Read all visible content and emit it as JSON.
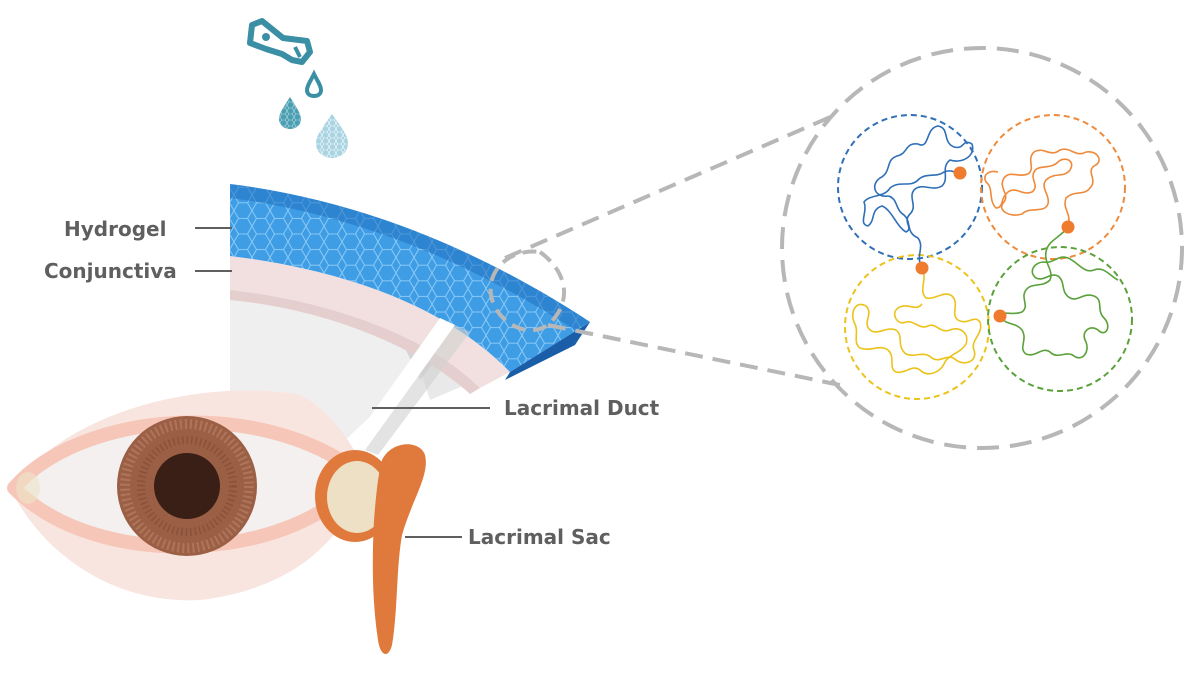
{
  "labels": {
    "hydrogel": "Hydrogel",
    "conjunctiva": "Conjunctiva",
    "lacrimal_duct": "Lacrimal Duct",
    "lacrimal_sac": "Lacrimal Sac"
  },
  "colors": {
    "hydrogel": "#3f9de6",
    "hydrogel_dark": "#1f6fc0",
    "conjunctiva": "#f1e0df",
    "lacrimal_sac": "#e07a3c",
    "iris": "#9a5f45",
    "pupil": "#3a1f16",
    "eye_rim": "#f6c7b8",
    "drops": "#3b8fa5",
    "dashed_guide": "#b7b7b7",
    "chain_blue": "#2f6fb7",
    "chain_orange": "#ee8a3c",
    "chain_yellow": "#ecc21b",
    "chain_green": "#5aa13a",
    "crosslink_dot": "#ee7b2e"
  },
  "icons": [
    "eye-dropper-icon",
    "water-drop-icon"
  ]
}
